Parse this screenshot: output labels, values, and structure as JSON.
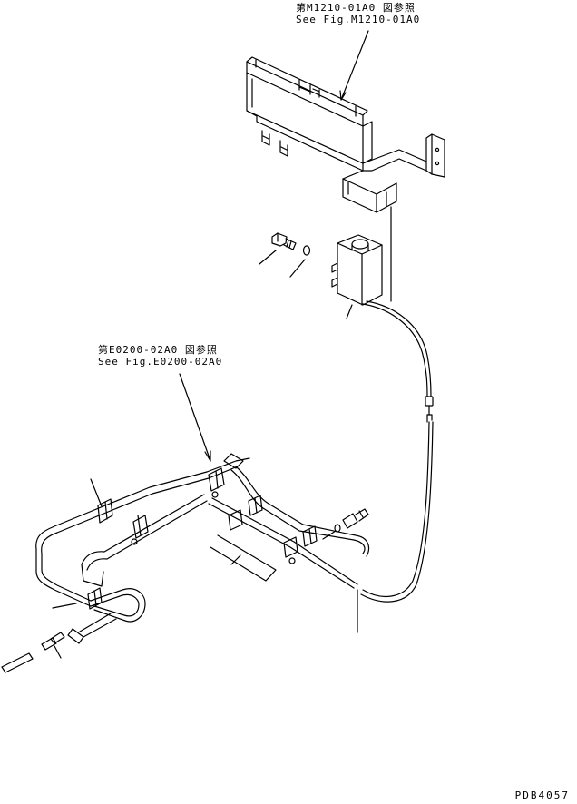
{
  "references": {
    "upper": {
      "line1": "第M1210-01A0 図参照",
      "line2": "See Fig.M1210-01A0"
    },
    "lower": {
      "line1": "第E0200-02A0 図参照",
      "line2": "See Fig.E0200-02A0"
    }
  },
  "drawing_code": "PDB4057",
  "colors": {
    "line": "#000000",
    "background": "#ffffff"
  }
}
